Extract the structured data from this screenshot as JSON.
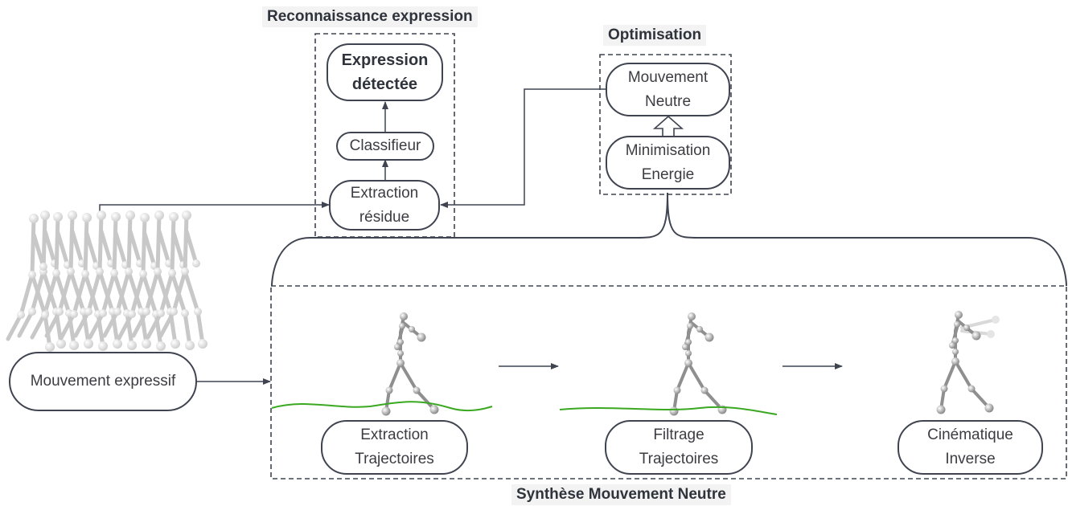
{
  "groups": {
    "recognition": "Reconnaissance expression",
    "optimisation": "Optimisation",
    "synthesis": "Synthèse Mouvement Neutre"
  },
  "nodes": {
    "expression_detected": [
      "Expression",
      "détectée"
    ],
    "classifier": [
      "Classifieur"
    ],
    "residue_extraction": [
      "Extraction",
      "résidue"
    ],
    "neutral_motion": [
      "Mouvement",
      "Neutre"
    ],
    "energy_minimisation": [
      "Minimisation",
      "Energie"
    ],
    "expressive_motion": [
      "Mouvement expressif"
    ],
    "trajectory_extraction": [
      "Extraction",
      "Trajectoires"
    ],
    "trajectory_filtering": [
      "Filtrage",
      "Trajectoires"
    ],
    "inverse_kinematics": [
      "Cinématique",
      "Inverse"
    ]
  },
  "colors": {
    "line": "#3f4450",
    "trajectory": "#3aa821",
    "skeleton": "#8c8c8c",
    "title_bg": "#f3f3f3"
  }
}
